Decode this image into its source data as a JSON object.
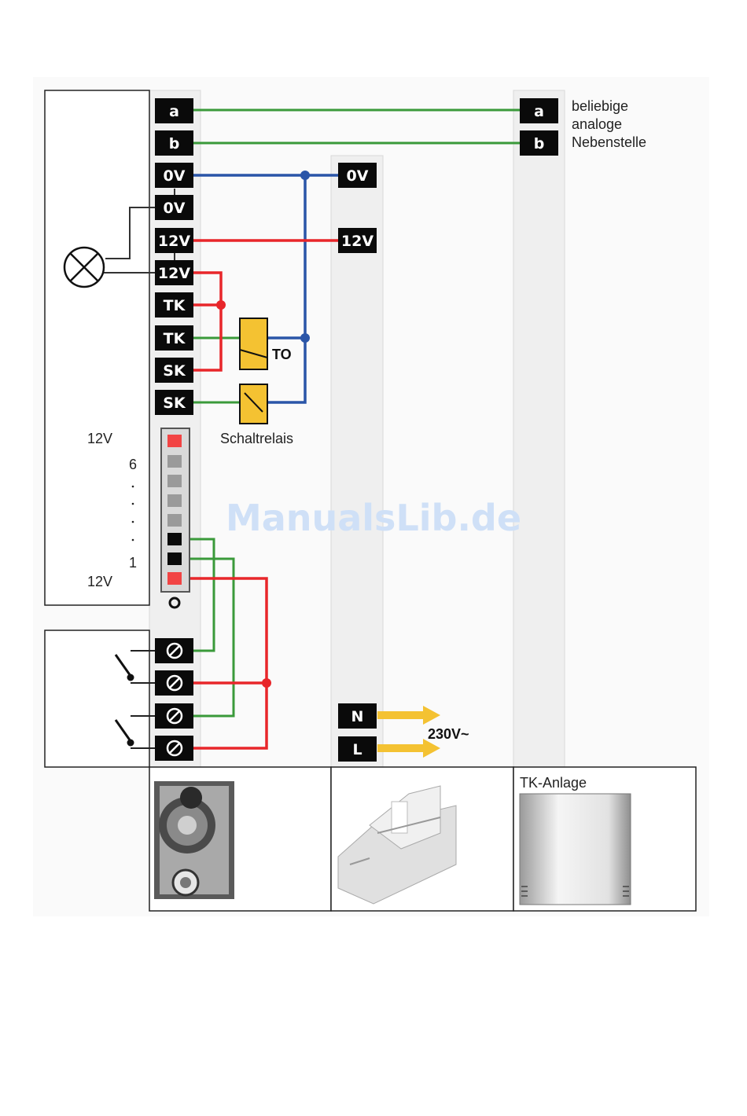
{
  "terminals": {
    "main": [
      "a",
      "b",
      "0V",
      "0V",
      "12V",
      "12V",
      "TK",
      "TK",
      "SK",
      "SK"
    ],
    "power": [
      "0V",
      "12V",
      "N",
      "L"
    ],
    "tk": [
      "a",
      "b"
    ]
  },
  "labels": {
    "extension_line1": "beliebige",
    "extension_line2": "analoge",
    "extension_line3": "Nebenstelle",
    "to": "TO",
    "relay": "Schaltrelais",
    "voltage_top": "12V",
    "voltage_bottom": "12V",
    "count_top": "6",
    "count_bottom": "1",
    "ac": "230V~",
    "tk_anlage": "TK-Anlage"
  },
  "watermark": "ManualsLib.de",
  "colors": {
    "green": "#3a9a3a",
    "blue": "#2a55a8",
    "red": "#e8262a",
    "yellow": "#f4c232",
    "terminal": "#0a0a0a",
    "rail": "#efefef"
  },
  "icons": [
    "lamp-icon",
    "switch-icon",
    "relay-coil-icon",
    "screw-terminal-icon",
    "arrow-icon"
  ]
}
